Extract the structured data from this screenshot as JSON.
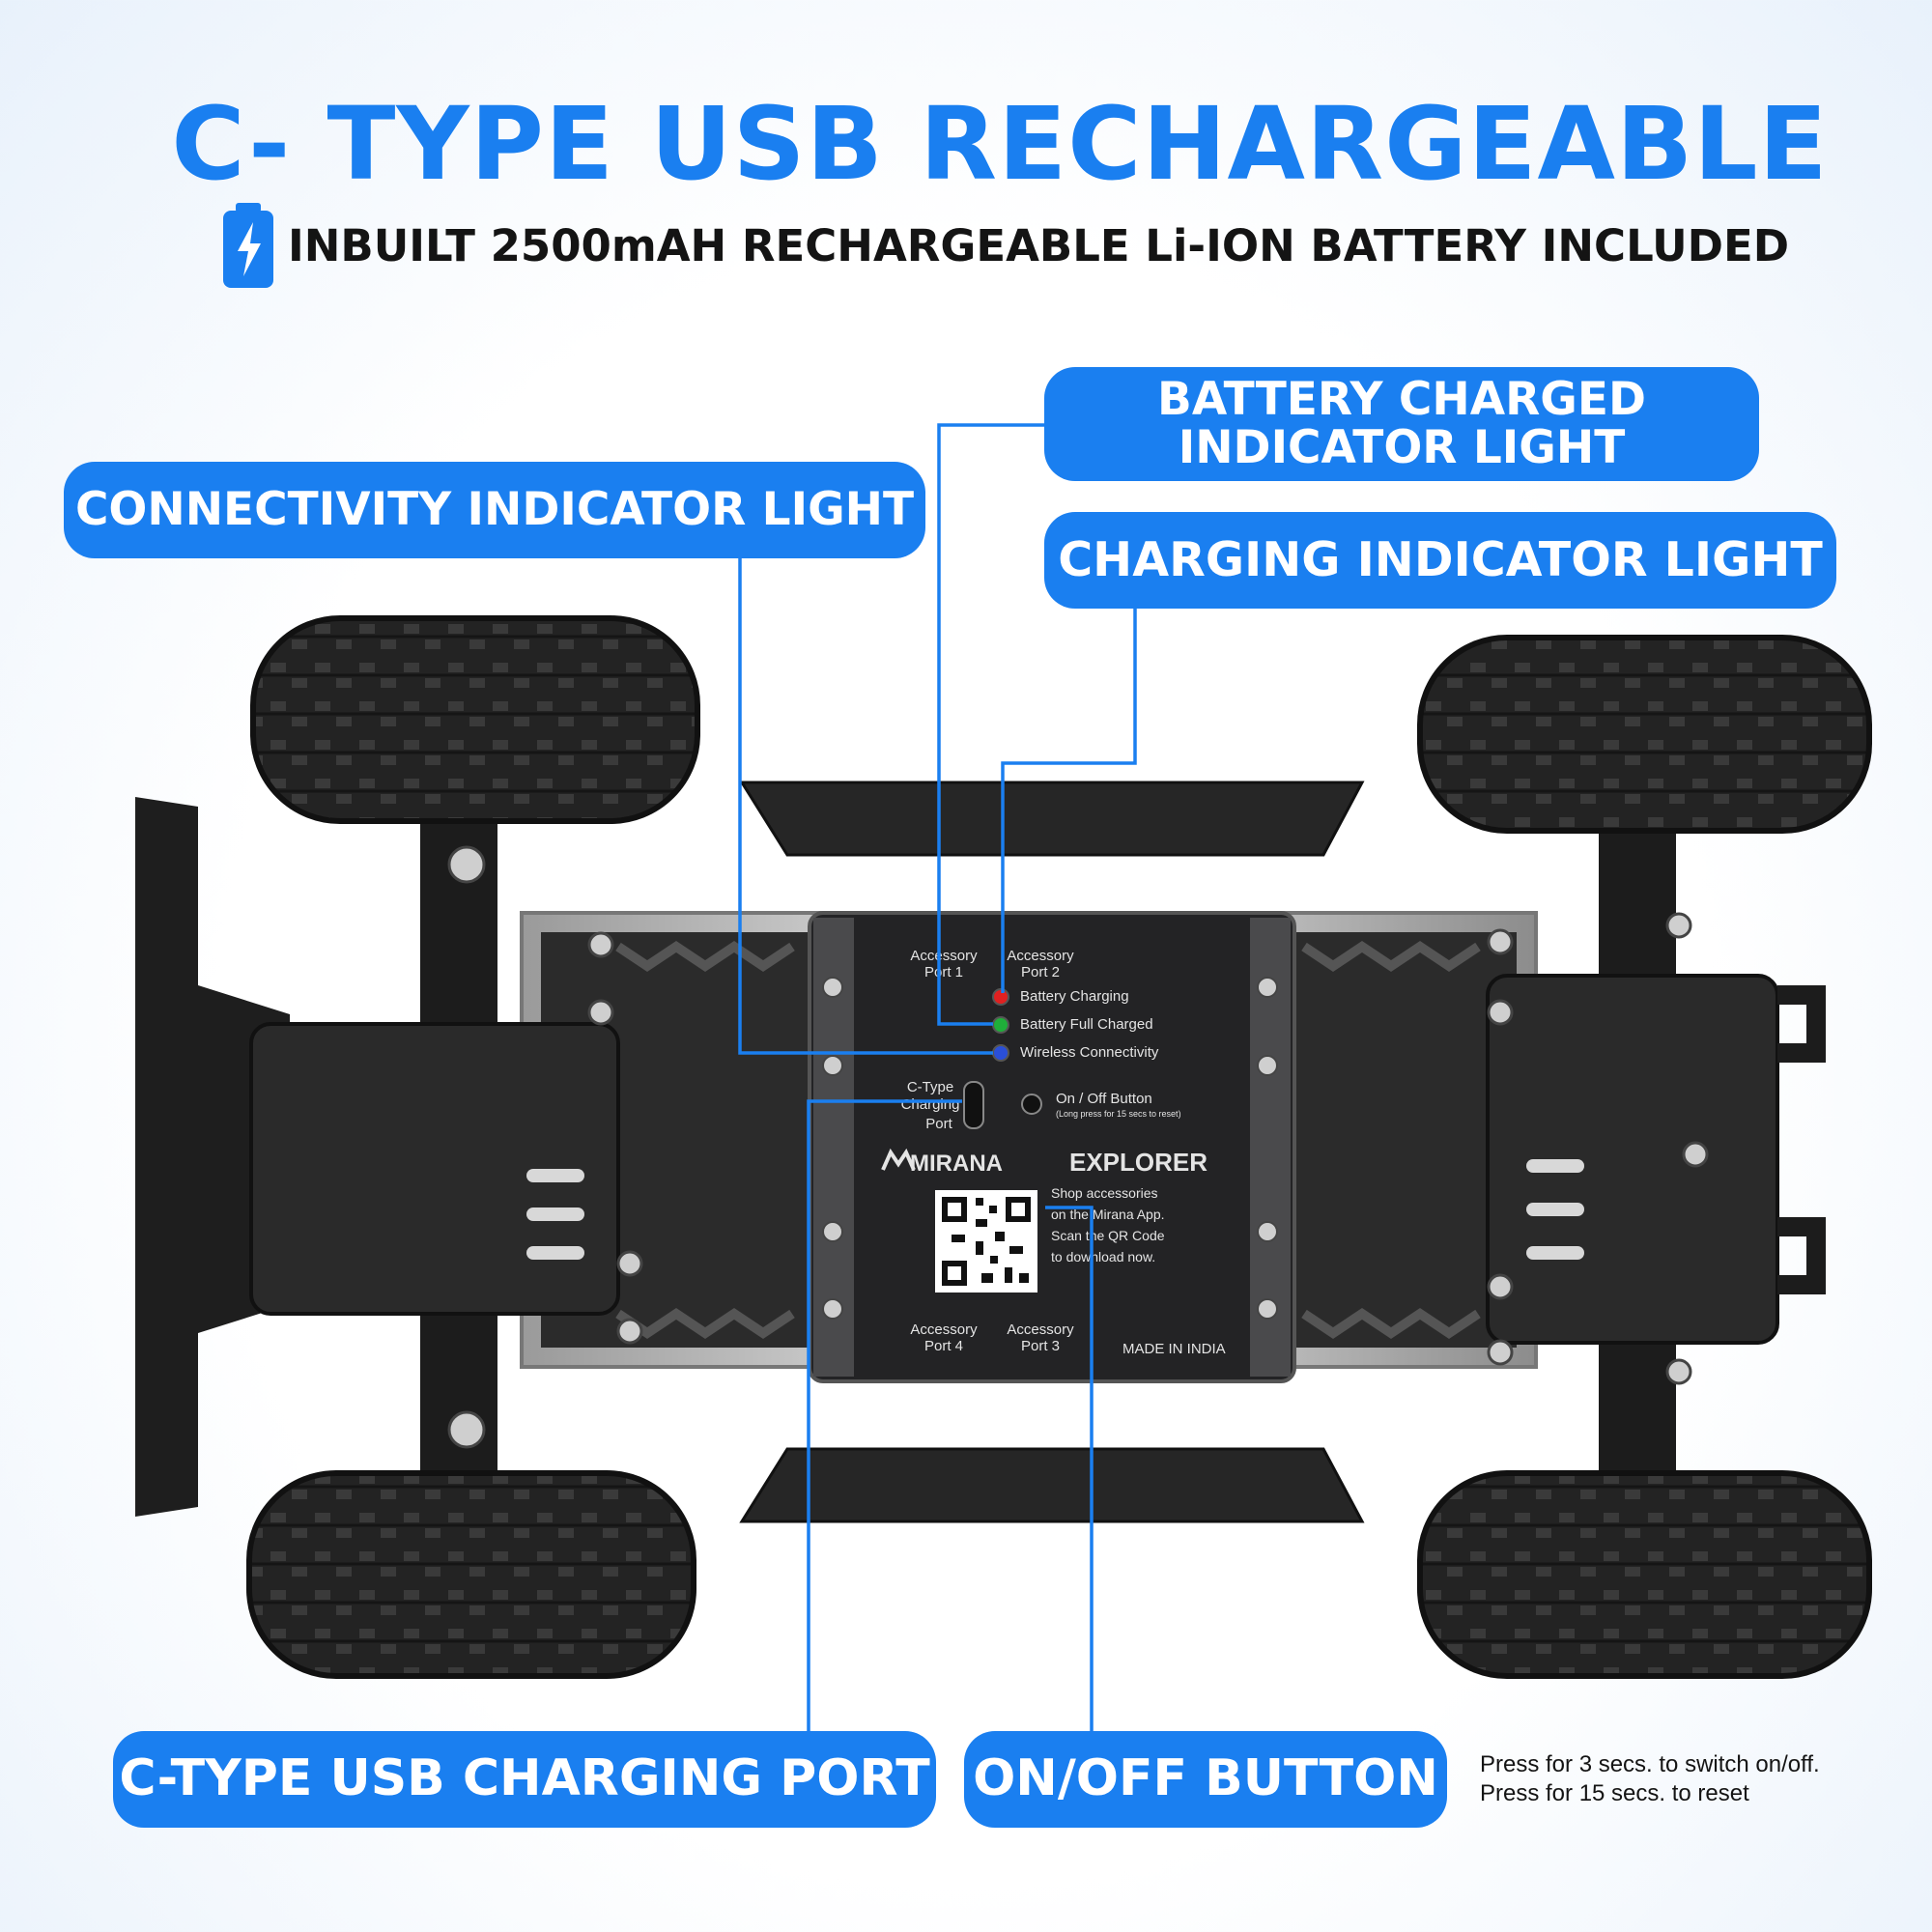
{
  "header": {
    "title": "C- TYPE USB RECHARGEABLE",
    "subtitle": "INBUILT 2500mAH RECHARGEABLE Li-ION BATTERY INCLUDED",
    "battery_icon": "battery-charging-icon"
  },
  "callouts": {
    "battery_charged_line1": "BATTERY CHARGED",
    "battery_charged_line2": "INDICATOR LIGHT",
    "connectivity": "CONNECTIVITY INDICATOR LIGHT",
    "charging": "CHARGING INDICATOR LIGHT",
    "usb_port": "C-TYPE USB CHARGING PORT",
    "on_off": "ON/OFF BUTTON"
  },
  "note": {
    "line1": "Press for 3 secs. to switch on/off.",
    "line2": "Press for 15 secs. to reset"
  },
  "control_plate": {
    "accessory_port_1": [
      "Accessory",
      "Port 1"
    ],
    "accessory_port_2": [
      "Accessory",
      "Port 2"
    ],
    "accessory_port_3": [
      "Accessory",
      "Port 3"
    ],
    "accessory_port_4": [
      "Accessory",
      "Port 4"
    ],
    "led_battery_charging": "Battery Charging",
    "led_battery_full": "Battery Full Charged",
    "led_wireless": "Wireless Connectivity",
    "usb_label": [
      "C-Type",
      "Charging",
      "Port"
    ],
    "on_off_label": "On / Off Button",
    "on_off_hint": "(Long press for 15 secs to reset)",
    "brand": "MIRANA",
    "model": "EXPLORER",
    "shop_text": [
      "Shop accessories",
      "on the Mirana App.",
      "Scan the QR Code",
      "to download now."
    ],
    "made_in": "MADE IN INDIA"
  },
  "colors": {
    "accent": "#1a7ff0",
    "led_red": "#e02020",
    "led_green": "#1fae3a",
    "led_blue": "#2a4fd8"
  }
}
